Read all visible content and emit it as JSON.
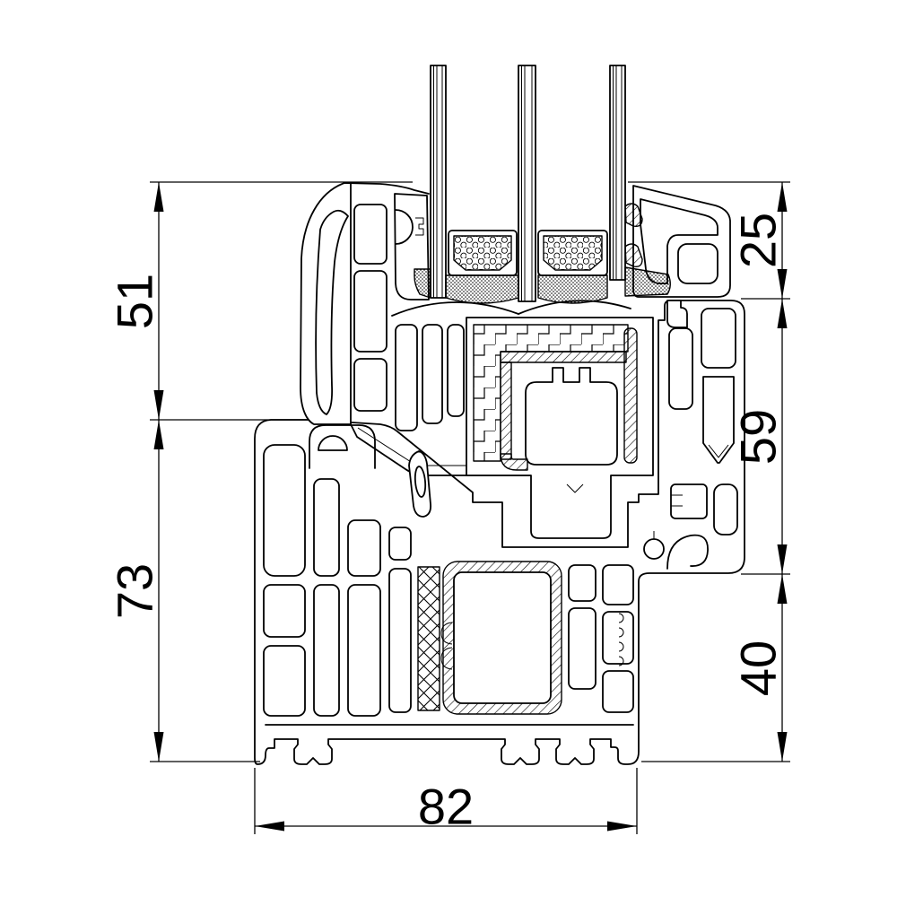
{
  "drawing": {
    "title": "window-profile-cross-section",
    "line_color": "#000000",
    "background_color": "#ffffff",
    "parts": [
      "triple-glazing-unit",
      "glazing-spacer",
      "glazing-sealant",
      "sash-profile",
      "sash-steel-reinforcement",
      "insulation-step-band",
      "frame-profile",
      "frame-steel-reinforcement",
      "insulation-strip",
      "gasket",
      "frame-feet"
    ],
    "dimensions": {
      "left": [
        {
          "value": "51"
        },
        {
          "value": "73"
        }
      ],
      "right": [
        {
          "value": "25"
        },
        {
          "value": "59"
        },
        {
          "value": "40"
        }
      ],
      "bottom": [
        {
          "value": "82"
        }
      ]
    }
  }
}
